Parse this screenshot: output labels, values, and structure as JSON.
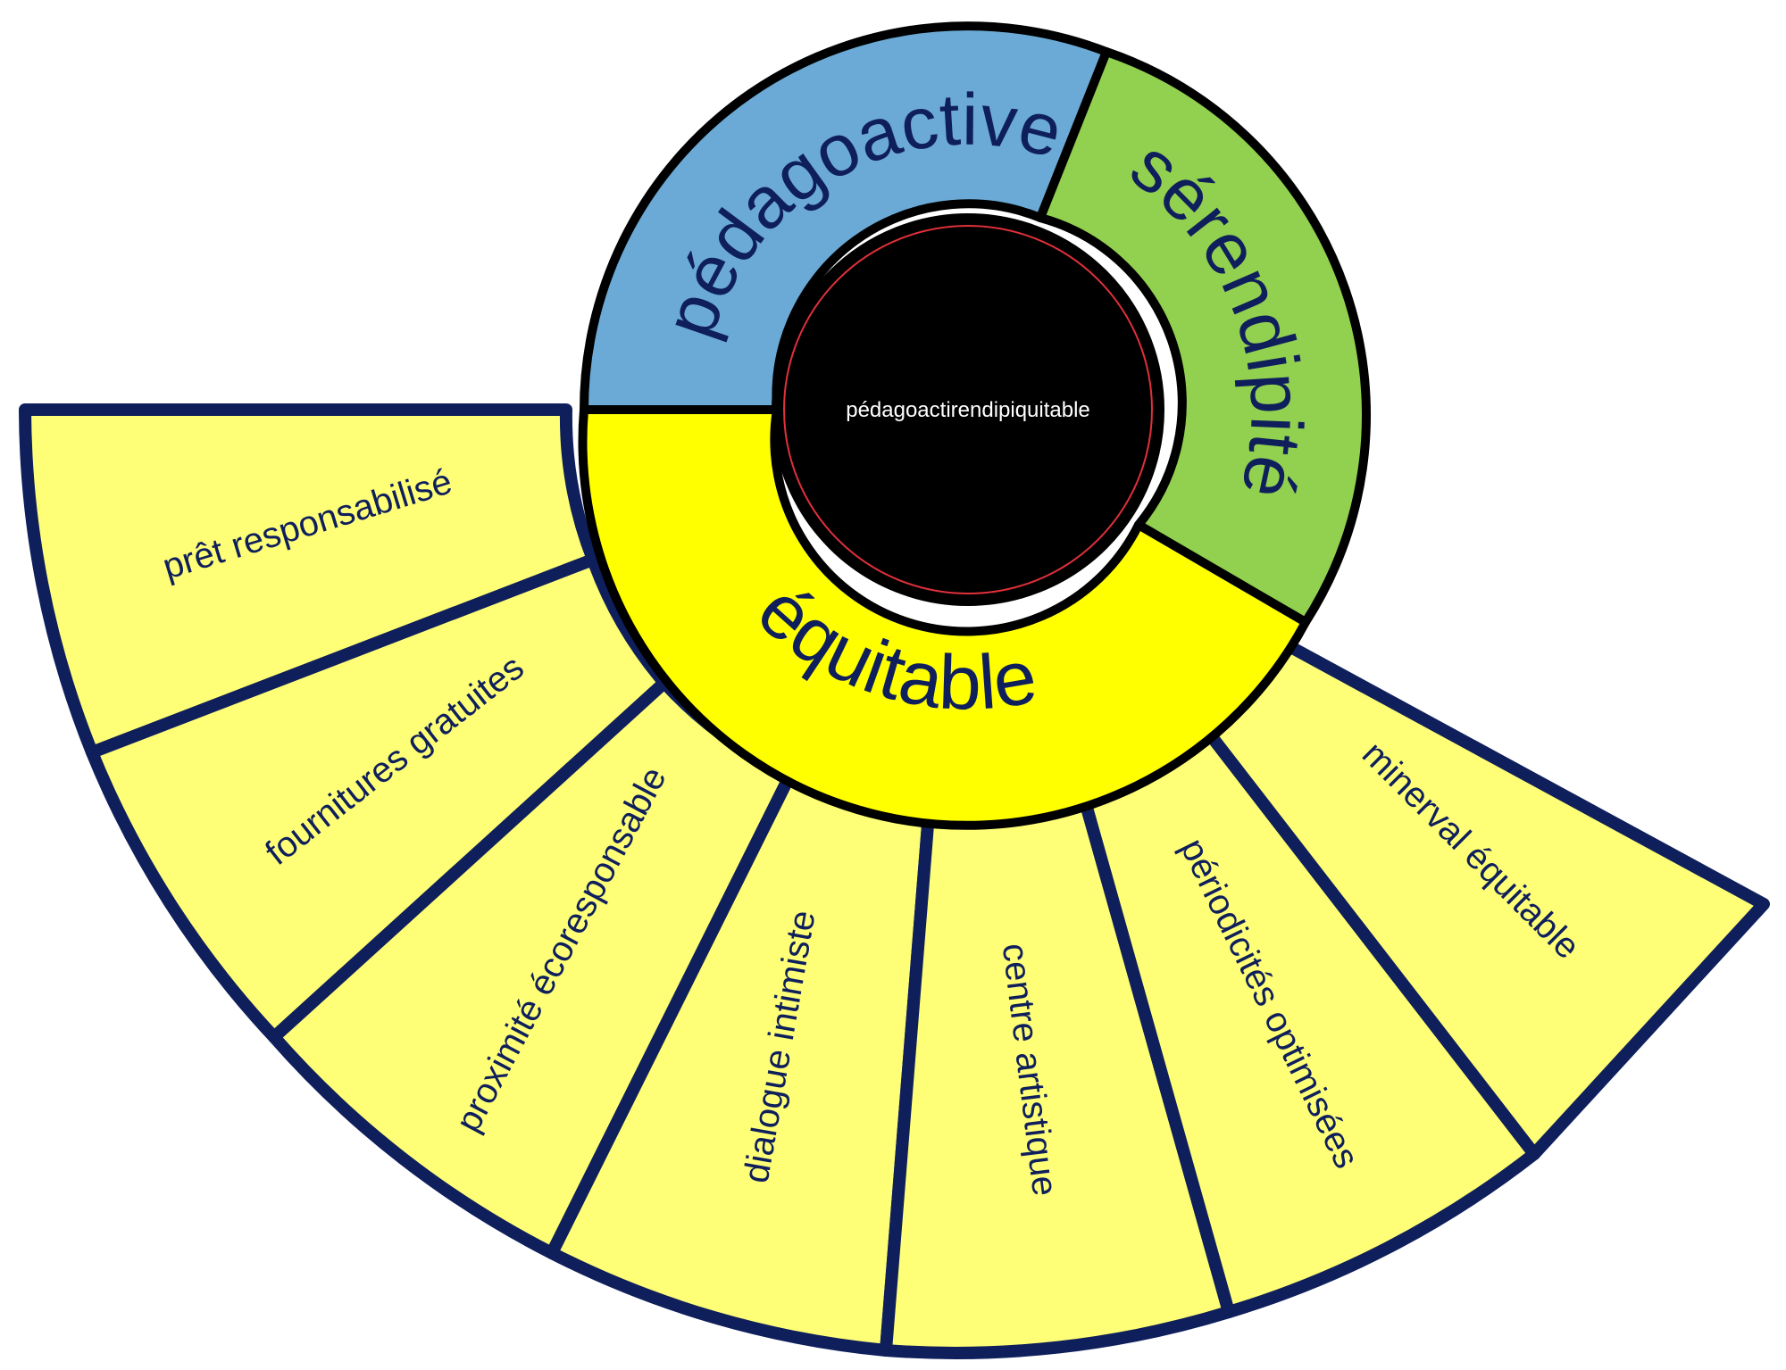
{
  "center": {
    "label": "pédagoactirendipiquitable"
  },
  "inner_ring": [
    {
      "label": "pédagoactive",
      "color": "#6baad6"
    },
    {
      "label": "sérendipité",
      "color": "#92d050"
    },
    {
      "label": "équitable",
      "color": "#ffff00"
    }
  ],
  "outer_segments": [
    {
      "label": "prêt responsabilisé"
    },
    {
      "label": "fournitures gratuites"
    },
    {
      "label": "proximité écoresponsable"
    },
    {
      "label": "dialogue intimiste"
    },
    {
      "label": "centre artistique"
    },
    {
      "label": "périodicités optimisées"
    },
    {
      "label": "minerval équitable"
    }
  ],
  "colors": {
    "center_fill": "#000000",
    "center_ring": "#e0303a",
    "center_text": "#ffffff",
    "outer_fill": "#ffff77",
    "outer_stroke": "#0f1f5c",
    "inner_stroke": "#000000",
    "text": "#0f1f5c"
  }
}
